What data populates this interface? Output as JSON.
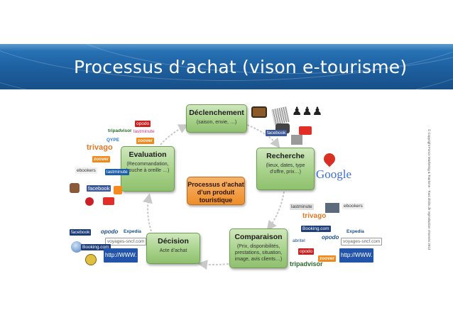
{
  "title": "Processus d’achat (vison e-tourisme)",
  "center": [
    "Processus d’achat",
    "d’un produit",
    "touristique"
  ],
  "steps": {
    "declenchement": {
      "title": "Déclenchement",
      "sub": "(saison, envie, …)"
    },
    "recherche": {
      "title": "Recherche",
      "sub": "(lieux, dates, type d’offre, prix…)"
    },
    "comparaison": {
      "title": "Comparaison",
      "sub": "(Prix, disponibilités, prestations, situation, image, avis clients…)"
    },
    "decision": {
      "title": "Décision",
      "sub": "Acte d’achat"
    },
    "evaluation": {
      "title": "Evaluation",
      "sub": "(Recommandation, bouche à oreille …)"
    }
  },
  "logos": {
    "tripadvisor": "tripadvisor",
    "trivago": "trivago",
    "zoover": "zoover",
    "qype": "QYPE",
    "ebookers": "ebookers",
    "facebook": "facebook",
    "google": "Google",
    "booking": "Booking.com",
    "expedia": "Expedia",
    "voyages_sncf": "voyages-sncf.com",
    "www": "http://WWW.",
    "opodo": "opodo",
    "lastminute": "lastminute",
    "abritel": "abritel"
  },
  "copyright": "© Copyright Fonce Marketing & Tourisme - Tous droits de reproduction réservés 2013",
  "colors": {
    "banner": "#1d5f9f",
    "step_fill": "#a7d28a",
    "center_fill": "#ee8e2b",
    "arrow": "#c9c9c9"
  }
}
